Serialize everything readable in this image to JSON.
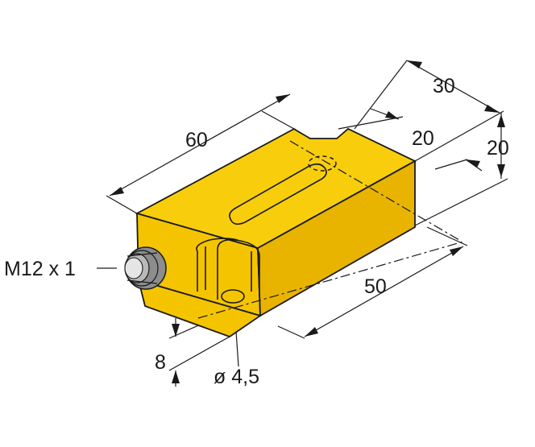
{
  "colors": {
    "body_top": "#f8cd0c",
    "body_front": "#f5c400",
    "body_right": "#e9b400",
    "outline": "#1a1a1a",
    "connector": "#8d8d8d"
  },
  "dimensions": {
    "length": "60",
    "width": "30",
    "height": "20",
    "sensing_offset": "20",
    "hole_spacing": "50",
    "mount_height": "8",
    "hole_diameter": "ø 4,5",
    "connector_thread": "M12 x 1"
  }
}
